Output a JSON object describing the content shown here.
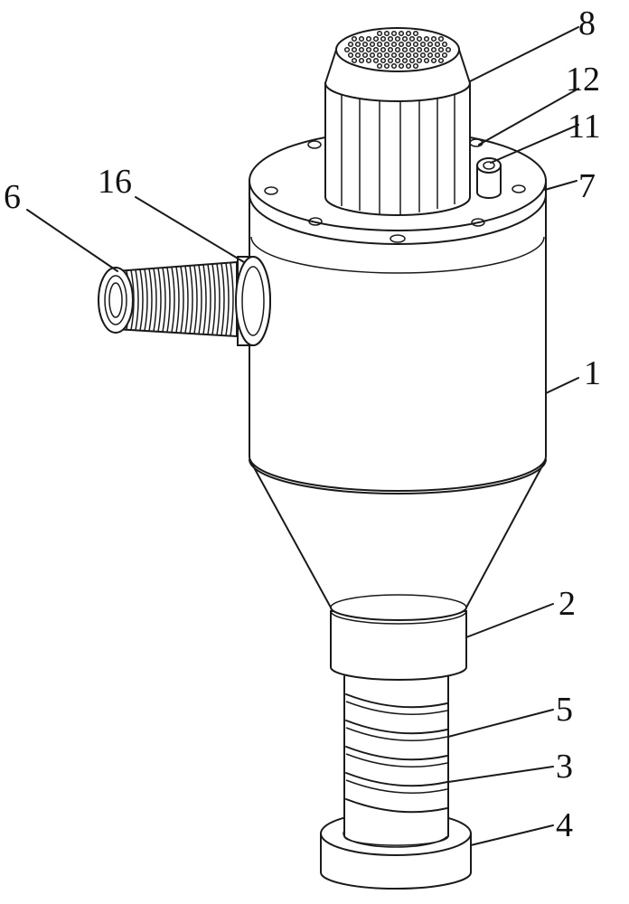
{
  "labels": {
    "l8": "8",
    "l12": "12",
    "l11": "11",
    "l7": "7",
    "l6": "6",
    "l16": "16",
    "l1": "1",
    "l2": "2",
    "l5": "5",
    "l3": "3",
    "l4": "4"
  },
  "colors": {
    "line": "#1a1a1a",
    "background": "#ffffff"
  }
}
